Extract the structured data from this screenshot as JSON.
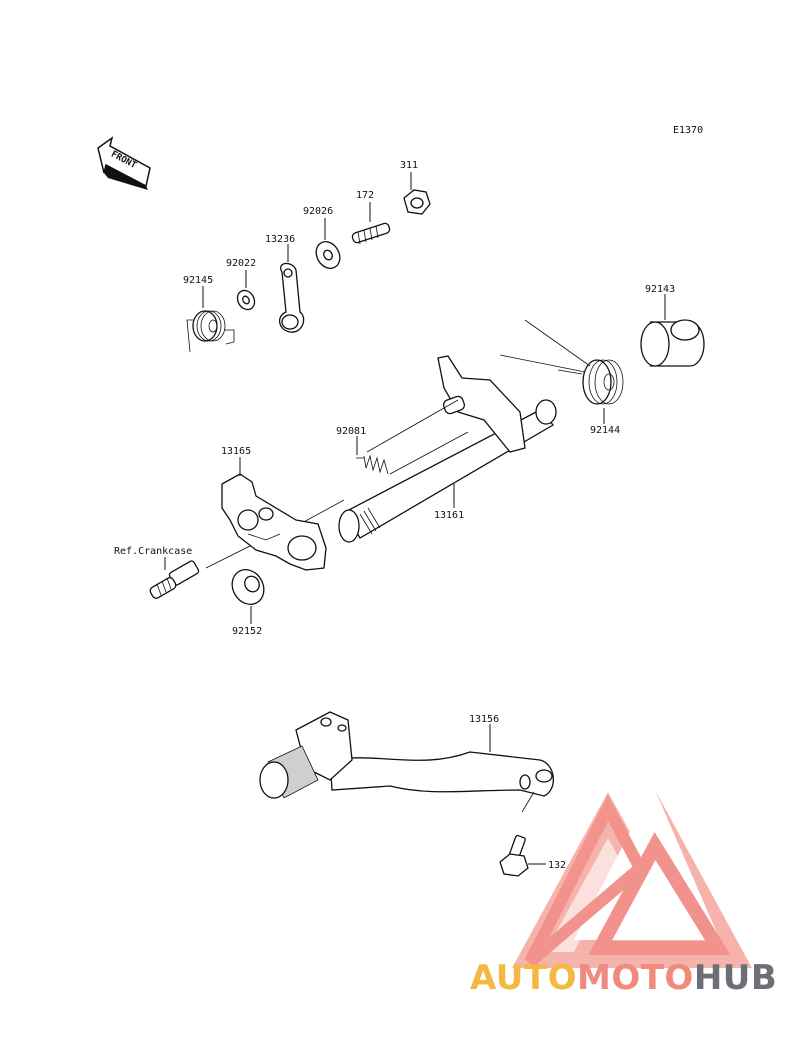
{
  "diagram": {
    "code": "E1370",
    "front_label": "FRONT",
    "ref_label": "Ref.Crankcase",
    "parts": {
      "p311": "311",
      "p172": "172",
      "p92026": "92026",
      "p13236": "13236",
      "p92022": "92022",
      "p92145": "92145",
      "p92143": "92143",
      "p92144": "92144",
      "p92081": "92081",
      "p13165": "13165",
      "p13161": "13161",
      "p92152": "92152",
      "p13156": "13156",
      "p132": "132"
    }
  },
  "watermark": {
    "part1": "AUTO",
    "part2": "MOTO",
    "part3": "HUB",
    "colors": {
      "auto": "#f5b842",
      "moto": "#f08a7c",
      "hub": "#6c6f76",
      "logo": "#f07f7a"
    }
  }
}
